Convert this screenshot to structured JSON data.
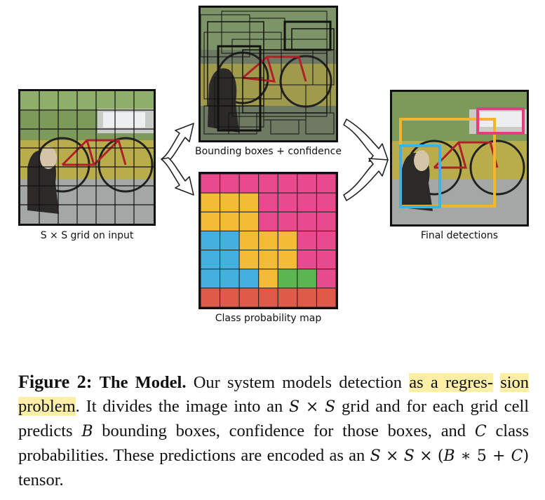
{
  "figure": {
    "panel_input_label": "S × S grid on input",
    "panel_boxes_label": "Bounding boxes + confidence",
    "panel_classmap_label": "Class probability map",
    "panel_final_label": "Final detections",
    "grid_size": 7
  },
  "caption": {
    "fig_label": "Figure 2:",
    "title": "The Model.",
    "text_1": "Our system models detection",
    "highlight_1": "as a regres-",
    "highlight_2": "sion problem",
    "text_2": ". It divides the image into an",
    "text_3": "grid and for each",
    "text_4": "grid cell predicts",
    "text_5": "bounding boxes, confidence for those boxes,",
    "text_6": "and",
    "text_7": "class probabilities.  These predictions are encoded as an",
    "text_8": "tensor.",
    "math_S": "S",
    "math_B": "B",
    "math_C": "C",
    "math_times": "×",
    "math_tensor_open": "(",
    "math_star5plus": " ∗ 5 + ",
    "math_tensor_close": ")"
  },
  "colors": {
    "classmap": {
      "pink": "#e94a8e",
      "yellow": "#f4bb34",
      "blue": "#45b0e0",
      "green": "#5ab552",
      "red": "#e05a4a"
    },
    "detections": {
      "bicycle": "#f5b42c",
      "dog": "#3fb2e0",
      "car": "#e0407e"
    },
    "highlight": "#fdf0a6"
  }
}
